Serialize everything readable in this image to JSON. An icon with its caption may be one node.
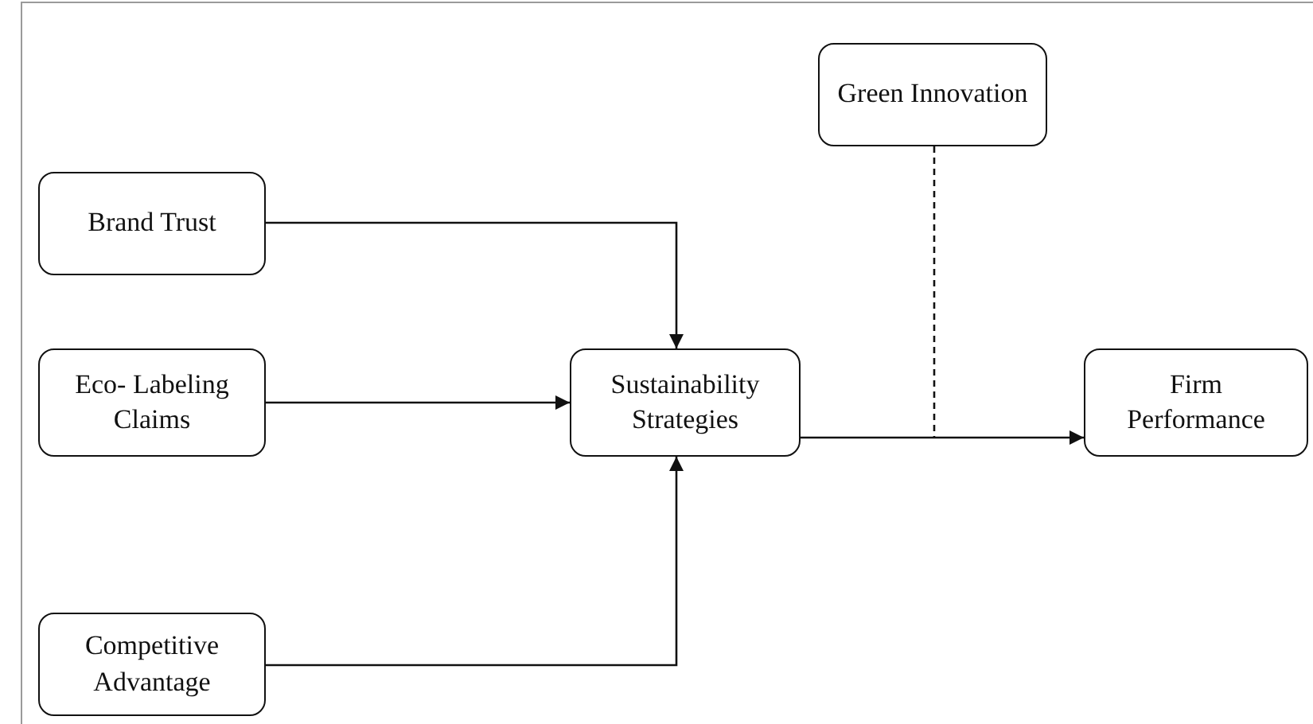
{
  "diagram": {
    "nodes": [
      {
        "text": [
          "Brand Trust"
        ]
      },
      {
        "text": [
          "Eco- Labeling Claims"
        ]
      },
      {
        "text": [
          "Competitive Advantage"
        ]
      },
      {
        "text": [
          "Sustainability Strategies"
        ]
      },
      {
        "text": [
          "Firm Performance"
        ]
      },
      {
        "text": [
          "Green Innovation"
        ]
      }
    ],
    "edges": [
      {
        "from": 0,
        "to": 3,
        "arrow": "to"
      },
      {
        "from": 1,
        "to": 3,
        "arrow": "to"
      },
      {
        "from": 2,
        "to": 3,
        "arrow": "to"
      },
      {
        "from": 3,
        "to": 4,
        "arrow": "to"
      },
      {
        "from": 5,
        "to": null,
        "arrow": "none",
        "style": "dashed"
      }
    ]
  }
}
